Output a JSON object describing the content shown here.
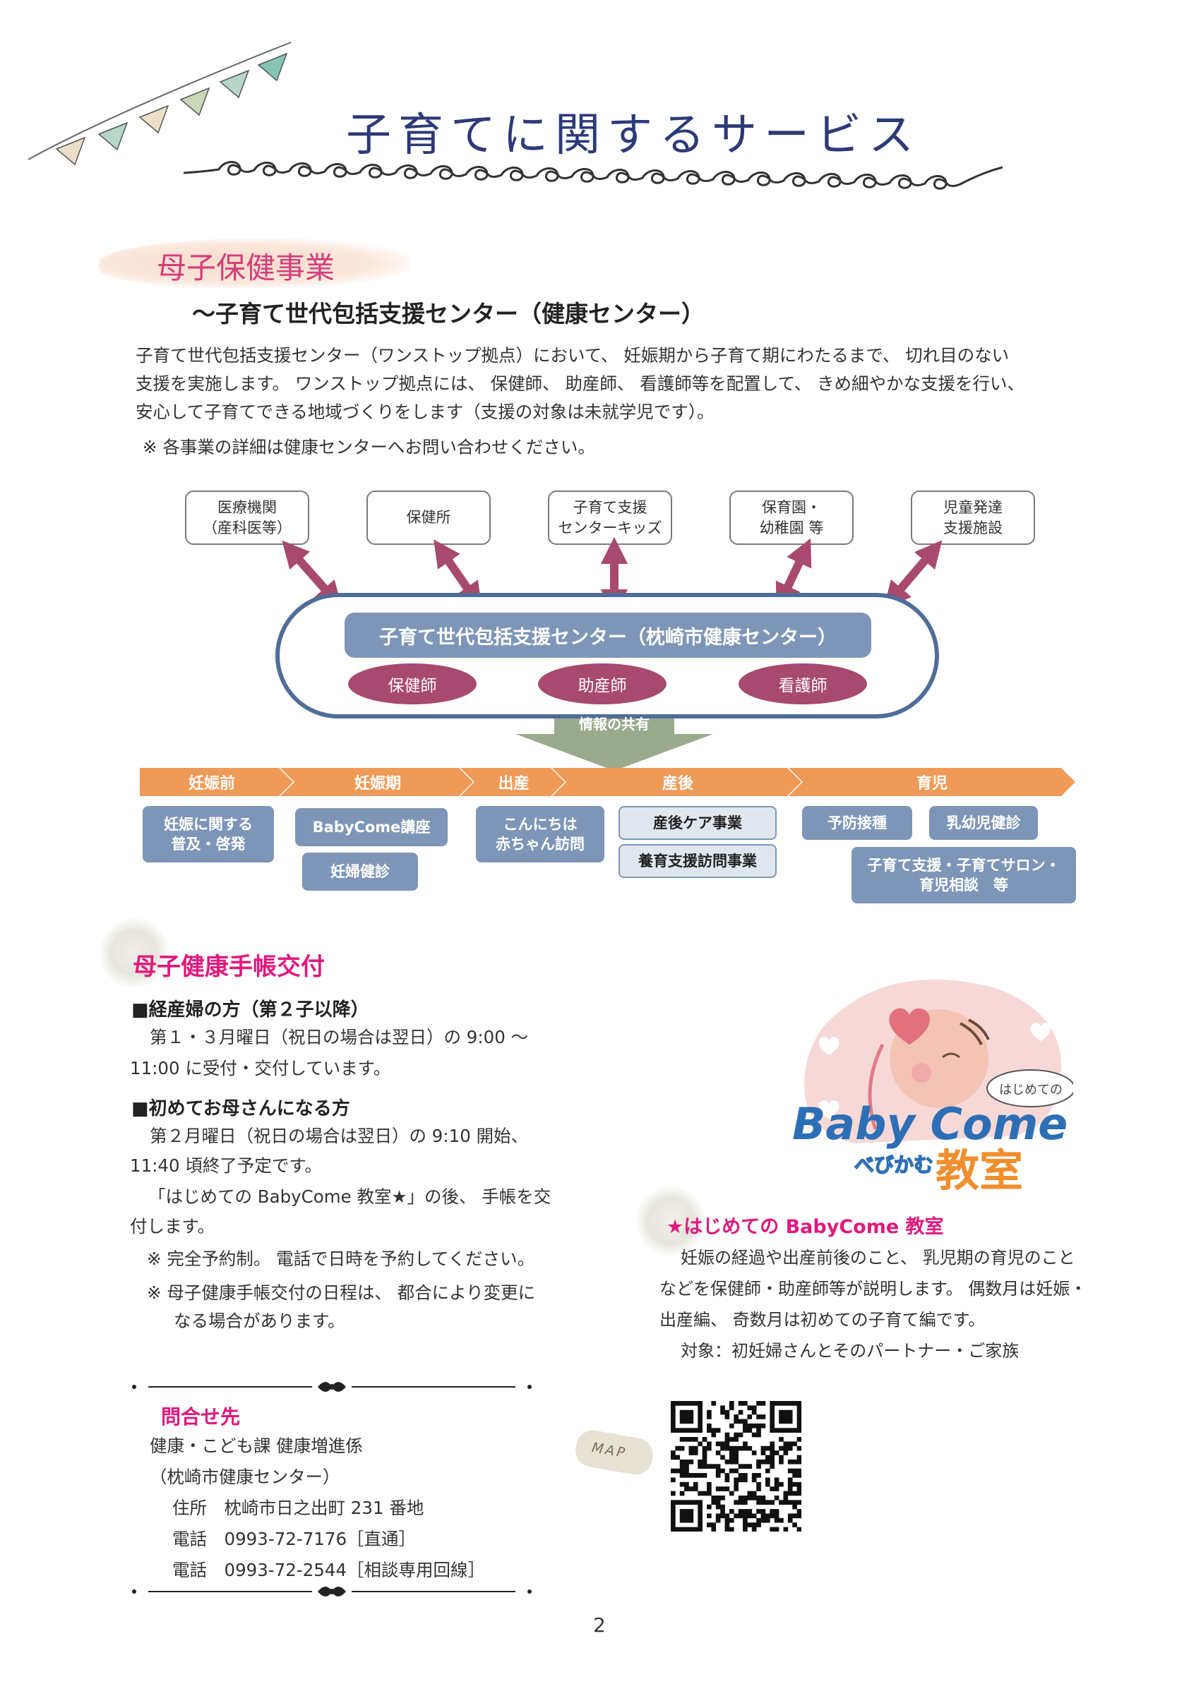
{
  "header": {
    "title": "子育てに関するサービス",
    "bunting_colors": [
      "#ecdfc7",
      "#b7d6c9",
      "#ecdfc7",
      "#c9d8b8",
      "#b7d6c9",
      "#85c4b5"
    ]
  },
  "maternal_health": {
    "title": "母子保健事業",
    "subtitle": "〜子育て世代包括支援センター（健康センター）",
    "paragraph_lines": [
      "子育て世代包括支援センター（ワンストップ拠点）において、 妊娠期から子育て期にわたるまで、 切れ目のない",
      "支援を実施します。 ワンストップ拠点には、 保健師、 助産師、 看護師等を配置して、 きめ細やかな支援を行い、",
      "安心して子育てできる地域づくりをします（支援の対象は未就学児です）。"
    ],
    "note": "※ 各事業の詳細は健康センターへお問い合わせください。"
  },
  "diagram": {
    "organizations": [
      "医療機関\n（産科医等）",
      "保健所",
      "子育て支援\nセンターキッズ",
      "保育園・\n幼稚園 等",
      "児童発達\n支援施設"
    ],
    "hub_title": "子育て世代包括支援センター（枕崎市健康センター）",
    "roles": [
      "保健師",
      "助産師",
      "看護師"
    ],
    "share_label": "情報の共有",
    "stages": [
      "妊娠前",
      "妊娠期",
      "出産",
      "産後",
      "育児"
    ],
    "services": {
      "pre_pregnancy": "妊娠に関する\n普及・啓発",
      "babycome": "BabyCome講座",
      "checkup": "妊婦健診",
      "visit": "こんにちは\n赤ちゃん訪問",
      "postpartum_care": "産後ケア事業",
      "home_visit": "養育支援訪問事業",
      "vaccination": "予防接種",
      "infant_checkup": "乳幼児健診",
      "support": "子育て支援・子育てサロン・\n育児相談　等"
    },
    "colors": {
      "hub_border": "#4f6d97",
      "hub_title_bg": "#7d96b8",
      "role_bg": "#a8496f",
      "arrow": "#a8496f",
      "share_arrow": "#9aaa8c",
      "stage_bar": "#ef9a57"
    }
  },
  "handbook": {
    "title": "母子健康手帳交付",
    "experienced": {
      "heading": "■経産婦の方（第２子以降）",
      "line1": "第１・３月曜日（祝日の場合は翌日）の 9:00 〜",
      "line2": "11:00 に受付・交付しています。"
    },
    "first_time": {
      "heading": "■初めてお母さんになる方",
      "line1": "第２月曜日（祝日の場合は翌日）の 9:10 開始、",
      "line2": "11:40 頃終了予定です。",
      "line3": "「はじめての BabyCome 教室★」の後、 手帳を交",
      "line4": "付します。"
    },
    "note1": "※ 完全予約制。 電話で日時を予約してください。",
    "note2_line1": "※ 母子健康手帳交付の日程は、 都合により変更に",
    "note2_line2": "なる場合があります。"
  },
  "babycome": {
    "logo_small": "はじめての",
    "logo_main": "Baby Come",
    "logo_kana": "べびかむ",
    "logo_room": "教室",
    "title": "★はじめての BabyCome 教室",
    "line1": "妊娠の経過や出産前後のこと、 乳児期の育児のこと",
    "line2": "などを保健師・助産師等が説明します。 偶数月は妊娠・",
    "line3": "出産編、 奇数月は初めての子育て編です。",
    "line4": "対象：初妊婦さんとそのパートナー・ご家族"
  },
  "contact": {
    "title": "問合せ先",
    "dept": "健康・こども課 健康増進係",
    "center": "（枕崎市健康センター）",
    "address": "住所　枕崎市日之出町 231 番地",
    "tel_direct": "電話　0993-72-7176［直通］",
    "tel_consult": "電話　0993-72-2544［相談専用回線］",
    "map_label": "MAP"
  },
  "page_number": "2"
}
